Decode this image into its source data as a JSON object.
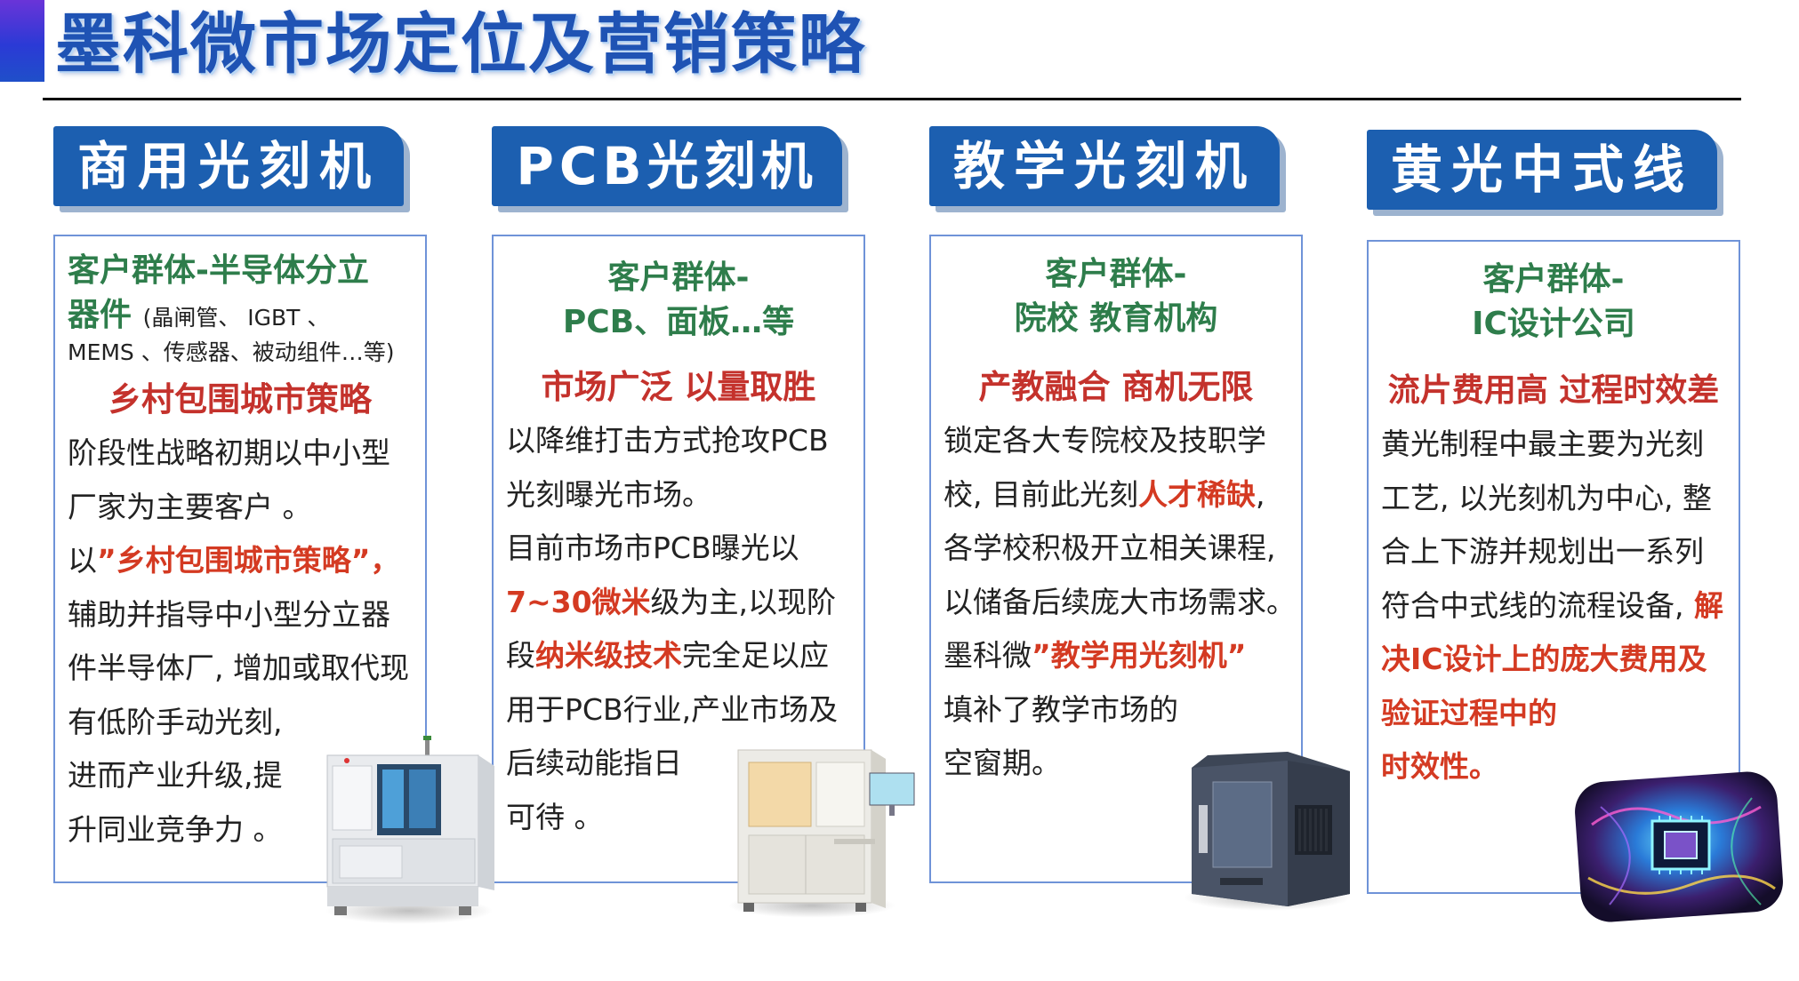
{
  "title": "墨科微市场定位及营销策略",
  "columns": [
    {
      "header": "商用光刻机",
      "segment_title_1": "客户群体-半导体分立",
      "segment_title_2": "器件",
      "segment_note_1": "(晶闸管、 IGBT 、",
      "segment_note_2": "MEMS 、传感器、被动组件…等)",
      "strategy": "乡村包围城市策略",
      "lines": [
        "阶段性战略初期以中小型",
        "厂家为主要客户 。",
        "以",
        "”乡村包围城市策略”，",
        "辅助并指导中小型分立器",
        "件半导体厂, 增加或取代现",
        "有低阶手动光刻,",
        "进而产业升级,提",
        "升同业竞争力 。"
      ]
    },
    {
      "header": "PCB光刻机",
      "segment_title_1": "客户群体-",
      "segment_title_2": "PCB、面板…等",
      "strategy": "市场广泛 以量取胜",
      "lines": [
        "以降维打击方式抢攻PCB",
        "光刻曝光市场。",
        "目前市场市PCB曝光以",
        "7~30微米",
        "级为主,以现阶",
        "段",
        "纳米级技术",
        "完全足以应",
        "用于PCB行业,产业市场及",
        "后续动能指日",
        "可待 。"
      ]
    },
    {
      "header": "教学光刻机",
      "segment_title_1": "客户群体-",
      "segment_title_2": "院校 教育机构",
      "strategy": "产教融合  商机无限",
      "lines": [
        "锁定各大专院校及技职学",
        "校, 目前此光刻",
        "人才稀缺",
        ",",
        "各学校积极开立相关课程,",
        "以储备后续庞大市场需求。",
        "墨科微",
        "”教学用光刻机”",
        "填补了教学市场的",
        "空窗期。"
      ]
    },
    {
      "header": "黄光中式线",
      "segment_title_1": "客户群体-",
      "segment_title_2": "IC设计公司",
      "strategy": "流片费用高 过程时效差",
      "lines": [
        "黄光制程中最主要为光刻",
        "工艺, 以光刻机为中心, 整",
        "合上下游并规划出一系列",
        "符合中式线的流程设备,",
        " 解",
        "决IC设计上的庞大费用及",
        "验证过程中的",
        "时效性。"
      ]
    }
  ],
  "colors": {
    "header_bg": "#1c5fb0",
    "title_blue": "#1f53b4",
    "segment_green": "#2e7d4b",
    "strategy_red": "#c4322c",
    "highlight_red": "#d43a22",
    "card_border": "#6f93d8"
  }
}
